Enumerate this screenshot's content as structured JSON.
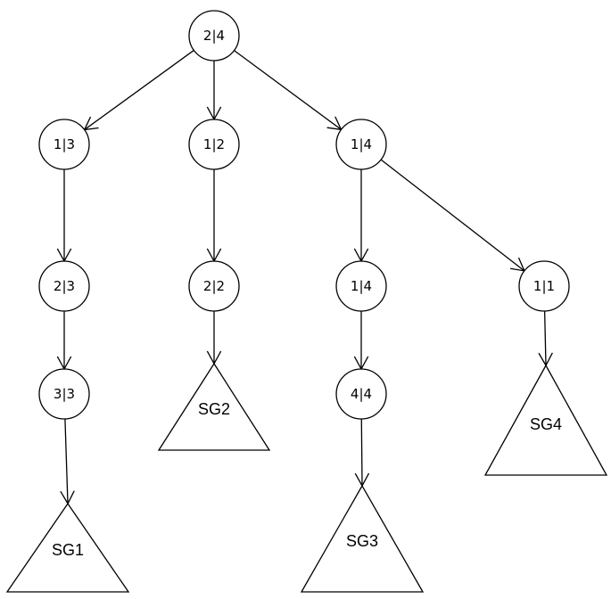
{
  "colors": {
    "background": "#ffffff",
    "stroke": "#000000",
    "text": "#000000"
  },
  "nodes": [
    {
      "id": "root",
      "label": "2|4"
    },
    {
      "id": "n13",
      "label": "1|3"
    },
    {
      "id": "n12",
      "label": "1|2"
    },
    {
      "id": "n14a",
      "label": "1|4"
    },
    {
      "id": "n23",
      "label": "2|3"
    },
    {
      "id": "n22",
      "label": "2|2"
    },
    {
      "id": "n14b",
      "label": "1|4"
    },
    {
      "id": "n11",
      "label": "1|1"
    },
    {
      "id": "n33",
      "label": "3|3"
    },
    {
      "id": "n44",
      "label": "4|4"
    }
  ],
  "subgraphs": [
    {
      "id": "sg1",
      "label": "SG1"
    },
    {
      "id": "sg2",
      "label": "SG2"
    },
    {
      "id": "sg3",
      "label": "SG3"
    },
    {
      "id": "sg4",
      "label": "SG4"
    }
  ],
  "edges": [
    {
      "from": "root",
      "to": "n13"
    },
    {
      "from": "root",
      "to": "n12"
    },
    {
      "from": "root",
      "to": "n14a"
    },
    {
      "from": "n13",
      "to": "n23"
    },
    {
      "from": "n23",
      "to": "n33"
    },
    {
      "from": "n33",
      "to": "sg1"
    },
    {
      "from": "n12",
      "to": "n22"
    },
    {
      "from": "n22",
      "to": "sg2"
    },
    {
      "from": "n14a",
      "to": "n14b"
    },
    {
      "from": "n14a",
      "to": "n11"
    },
    {
      "from": "n14b",
      "to": "n44"
    },
    {
      "from": "n44",
      "to": "sg3"
    },
    {
      "from": "n11",
      "to": "sg4"
    }
  ]
}
